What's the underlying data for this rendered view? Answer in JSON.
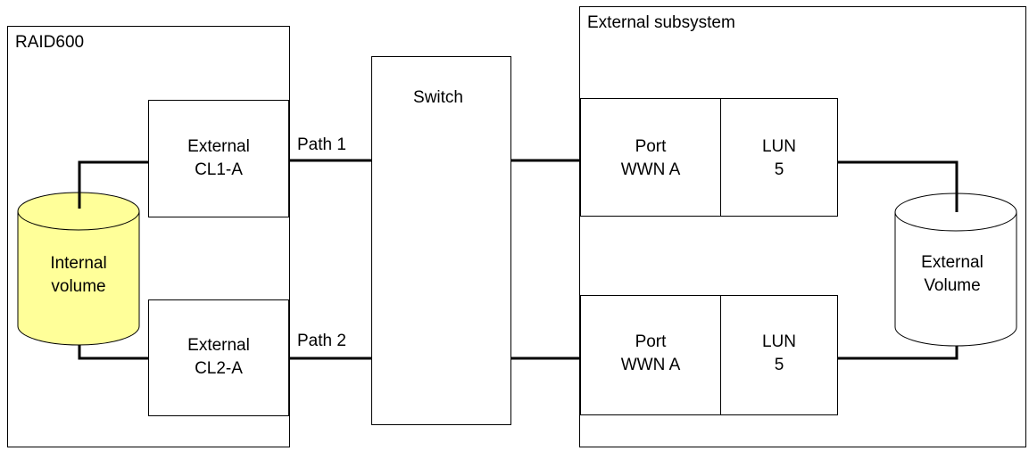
{
  "colors": {
    "line": "#000000",
    "internal_volume_fill": "#ffff99",
    "external_volume_fill": "#ffffff"
  },
  "raid": {
    "title": "RAID600"
  },
  "external_subsystem": {
    "title": "External subsystem"
  },
  "ports": [
    {
      "line1": "External",
      "line2": "CL1-A"
    },
    {
      "line1": "External",
      "line2": "CL2-A"
    }
  ],
  "paths": [
    {
      "label": "Path 1"
    },
    {
      "label": "Path 2"
    }
  ],
  "switch": {
    "label": "Switch"
  },
  "target_ports": [
    {
      "line1": "Port",
      "line2": "WWN A"
    },
    {
      "line1": "Port",
      "line2": "WWN A"
    }
  ],
  "luns": [
    {
      "line1": "LUN",
      "line2": "5"
    },
    {
      "line1": "LUN",
      "line2": "5"
    }
  ],
  "internal_volume": {
    "line1": "Internal",
    "line2": "volume"
  },
  "external_volume": {
    "line1": "External",
    "line2": "Volume"
  }
}
